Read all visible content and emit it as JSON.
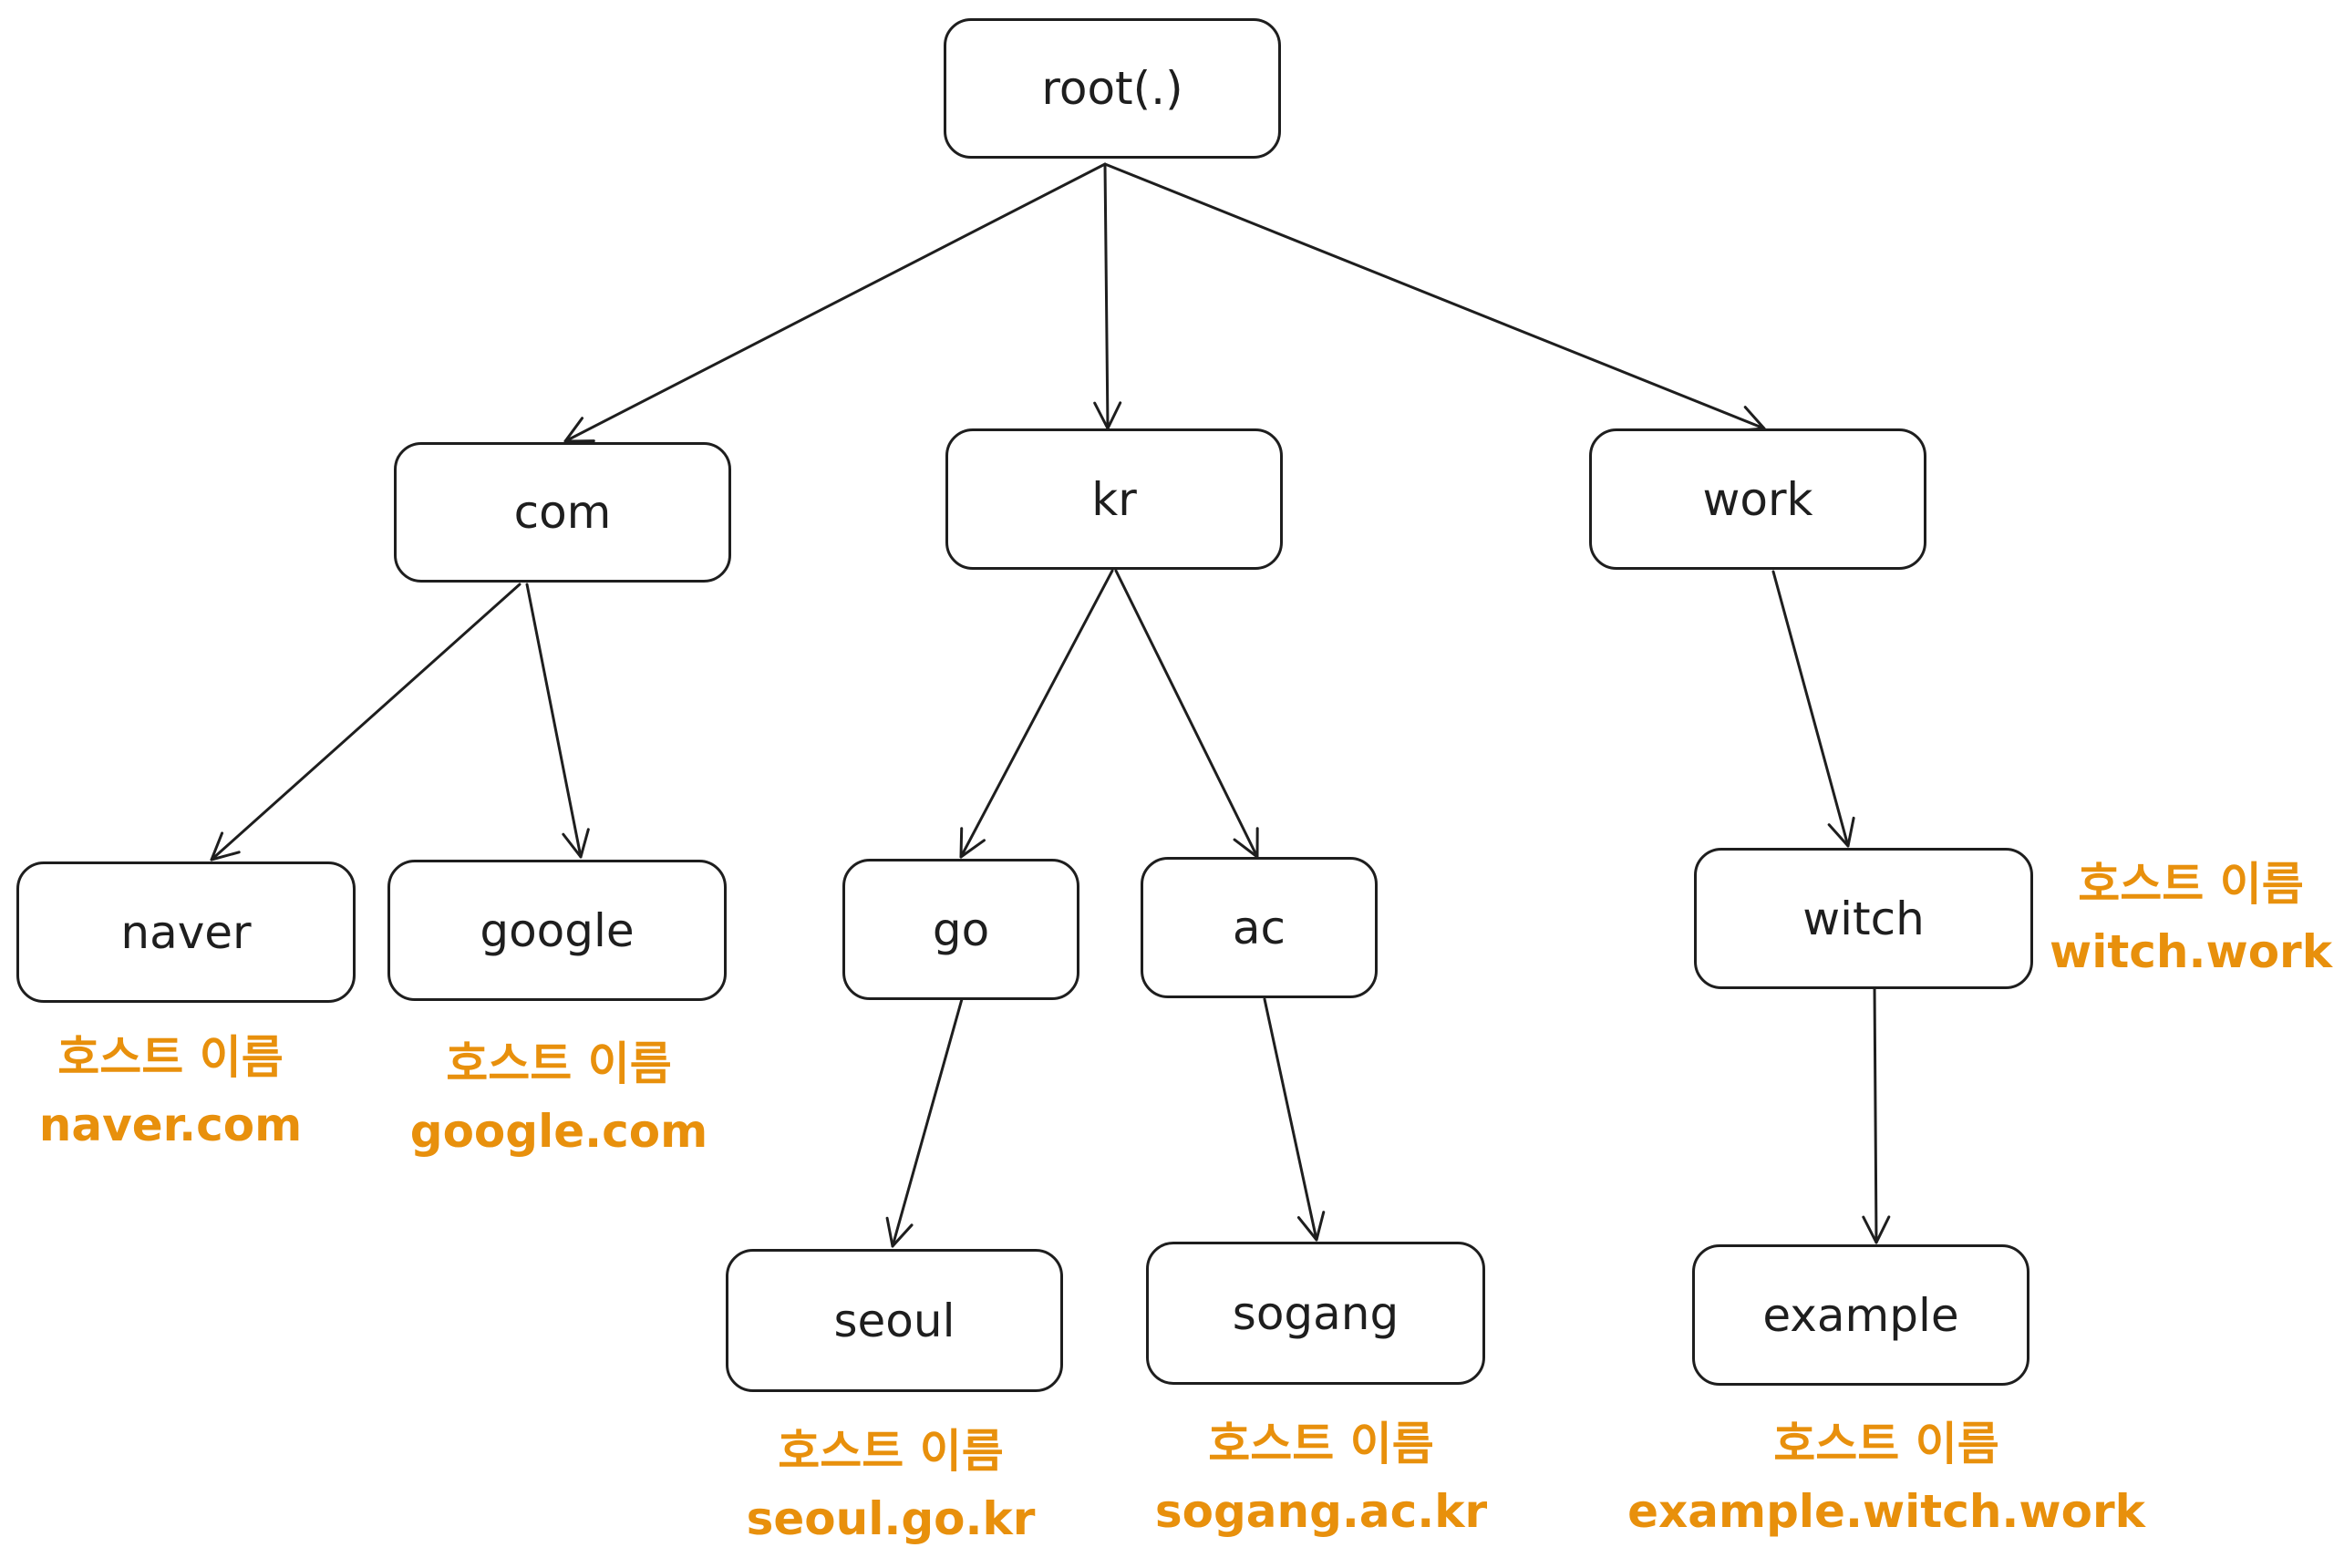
{
  "colors": {
    "node_border": "#1e1e1e",
    "node_text": "#1e1e1e",
    "edge": "#1e1e1e",
    "hostname_label": "#e8900c"
  },
  "nodes": {
    "root": "root(.)",
    "com": "com",
    "kr": "kr",
    "work": "work",
    "naver": "naver",
    "google": "google",
    "go": "go",
    "ac": "ac",
    "witch": "witch",
    "seoul": "seoul",
    "sogang": "sogang",
    "example": "example"
  },
  "edges": [
    [
      "root",
      "com"
    ],
    [
      "root",
      "kr"
    ],
    [
      "root",
      "work"
    ],
    [
      "com",
      "naver"
    ],
    [
      "com",
      "google"
    ],
    [
      "kr",
      "go"
    ],
    [
      "kr",
      "ac"
    ],
    [
      "work",
      "witch"
    ],
    [
      "go",
      "seoul"
    ],
    [
      "ac",
      "sogang"
    ],
    [
      "witch",
      "example"
    ]
  ],
  "hostname_labels": {
    "naver": {
      "caption": "호스트 이름",
      "hostname": "naver.com"
    },
    "google": {
      "caption": "호스트 이름",
      "hostname": "google.com"
    },
    "witch": {
      "caption": "호스트 이름",
      "hostname": "witch.work"
    },
    "seoul": {
      "caption": "호스트 이름",
      "hostname": "seoul.go.kr"
    },
    "sogang": {
      "caption": "호스트 이름",
      "hostname": "sogang.ac.kr"
    },
    "example": {
      "caption": "호스트 이름",
      "hostname": "example.witch.work"
    }
  }
}
